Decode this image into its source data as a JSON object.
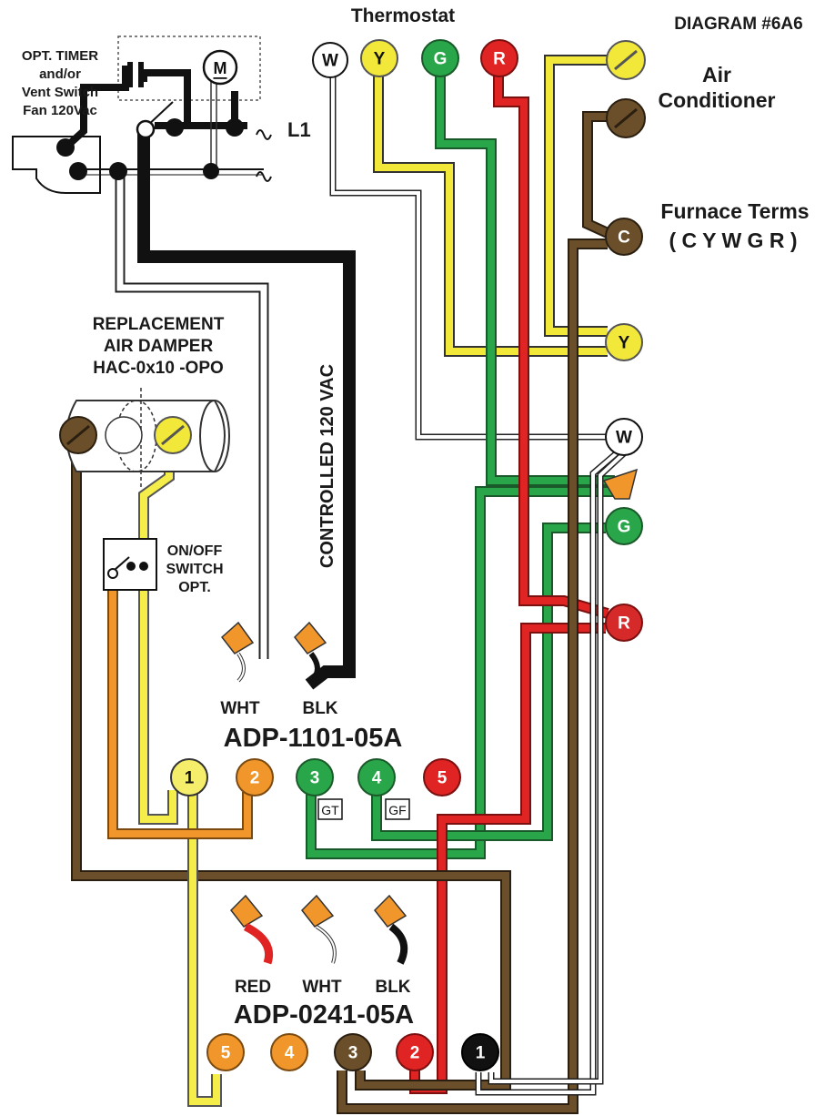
{
  "title": "DIAGRAM #6A6",
  "thermostat": {
    "label": "Thermostat",
    "terminals": [
      {
        "label": "W",
        "color": "#ffffff",
        "text_color": "#111111"
      },
      {
        "label": "Y",
        "color": "#f2e83a",
        "text_color": "#111111"
      },
      {
        "label": "G",
        "color": "#2aa64a",
        "text_color": "#ffffff"
      },
      {
        "label": "R",
        "color": "#e02424",
        "text_color": "#ffffff"
      }
    ]
  },
  "air_conditioner": {
    "label_line1": "Air",
    "label_line2": "Conditioner"
  },
  "furnace": {
    "label_line1": "Furnace Terms",
    "label_line2": "( C Y W G R )",
    "terminals": [
      {
        "label": "C",
        "color": "#6b4f2a",
        "text_color": "#ffffff"
      },
      {
        "label": "Y",
        "color": "#f2e83a",
        "text_color": "#111111"
      },
      {
        "label": "W",
        "color": "#ffffff",
        "text_color": "#111111"
      },
      {
        "label": "G",
        "color": "#2aa64a",
        "text_color": "#ffffff"
      },
      {
        "label": "R",
        "color": "#d62a2a",
        "text_color": "#ffffff"
      }
    ]
  },
  "timer": {
    "line1": "OPT. TIMER",
    "line2": "and/or",
    "line3": "Vent Switch",
    "line4": "Fan 120Vac",
    "motor_label": "M",
    "l1_label": "L1"
  },
  "damper": {
    "line1": "REPLACEMENT",
    "line2": "AIR DAMPER",
    "line3": "HAC-0x10 -OPO"
  },
  "switch": {
    "line1": "ON/OFF",
    "line2": "SWITCH",
    "line3": "OPT."
  },
  "controlled_label": "CONTROLLED 120 VAC",
  "adp1101": {
    "name": "ADP-1101-05A",
    "wire_labels": [
      "WHT",
      "BLK"
    ],
    "terminals": [
      {
        "label": "1",
        "color": "#f2e83a",
        "text_color": "#111111"
      },
      {
        "label": "2",
        "color": "#f0962a",
        "text_color": "#ffffff"
      },
      {
        "label": "3",
        "color": "#2aa64a",
        "text_color": "#ffffff"
      },
      {
        "label": "4",
        "color": "#2aa64a",
        "text_color": "#ffffff"
      },
      {
        "label": "5",
        "color": "#e02424",
        "text_color": "#ffffff"
      }
    ],
    "gt_label": "GT",
    "gf_label": "GF"
  },
  "adp0241": {
    "name": "ADP-0241-05A",
    "wire_labels": [
      "RED",
      "WHT",
      "BLK"
    ],
    "terminals": [
      {
        "label": "5",
        "color": "#f0962a",
        "text_color": "#ffffff"
      },
      {
        "label": "4",
        "color": "#f0962a",
        "text_color": "#ffffff"
      },
      {
        "label": "3",
        "color": "#6b4f2a",
        "text_color": "#ffffff"
      },
      {
        "label": "2",
        "color": "#e02424",
        "text_color": "#ffffff"
      },
      {
        "label": "1",
        "color": "#111111",
        "text_color": "#ffffff"
      }
    ]
  },
  "wire_colors": {
    "black": "#111111",
    "white": "#ffffff",
    "yellow": "#f2e83a",
    "green": "#2aa64a",
    "red": "#e02424",
    "brown": "#6b4f2a",
    "orange": "#f0962a"
  }
}
